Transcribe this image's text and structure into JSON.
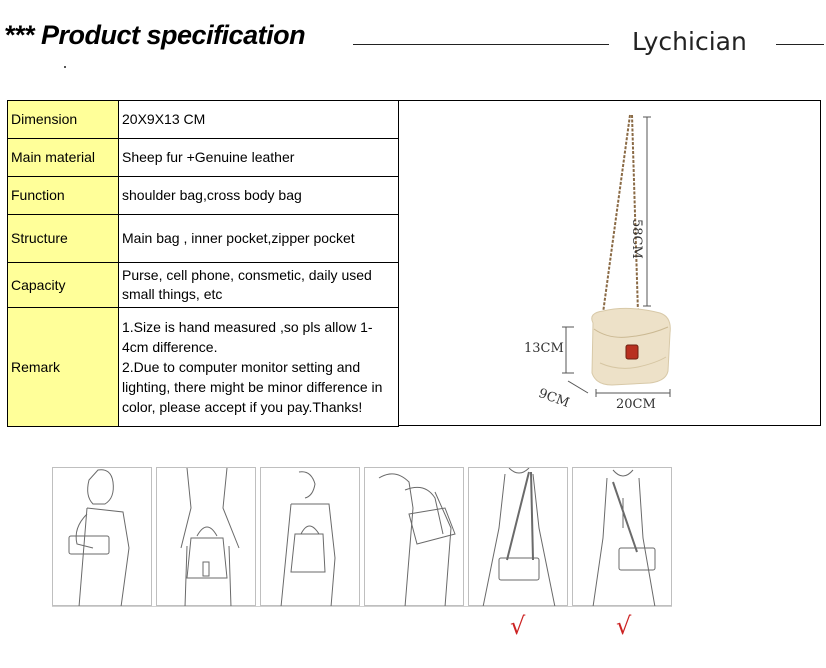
{
  "header": {
    "title": "*** Product specification",
    "brand": "Lychician"
  },
  "spec_rows": [
    {
      "key": "Dimension",
      "value": "20X9X13 CM"
    },
    {
      "key": "Main material",
      "value": "Sheep fur +Genuine  leather"
    },
    {
      "key": "Function",
      "value": "shoulder bag,cross body bag"
    },
    {
      "key": "Structure",
      "value": "Main bag , inner pocket,zipper pocket"
    },
    {
      "key": "Capacity",
      "value": "Purse, cell phone, consmetic, daily used small things, etc"
    },
    {
      "key": "Remark",
      "value": "1.Size is hand measured ,so pls allow 1-4cm difference.\n2.Due to computer monitor setting and lighting, there might be minor difference in color, please accept if you pay.Thanks!"
    }
  ],
  "product_image": {
    "strap_length_label": "58CM",
    "height_label": "13CM",
    "depth_label": "9CM",
    "width_label": "20CM",
    "fur_color": "#ede1c8",
    "strap_color": "#8a6a45",
    "clasp_color": "#b83020"
  },
  "usage_panels": [
    {
      "name": "clutch-carry",
      "recommended": false
    },
    {
      "name": "hand-carry",
      "recommended": false
    },
    {
      "name": "elbow-carry",
      "recommended": false
    },
    {
      "name": "shoulder-carry",
      "recommended": false
    },
    {
      "name": "crossbody-carry",
      "recommended": true
    },
    {
      "name": "crossbody-front",
      "recommended": true
    }
  ],
  "check_mark": "√"
}
